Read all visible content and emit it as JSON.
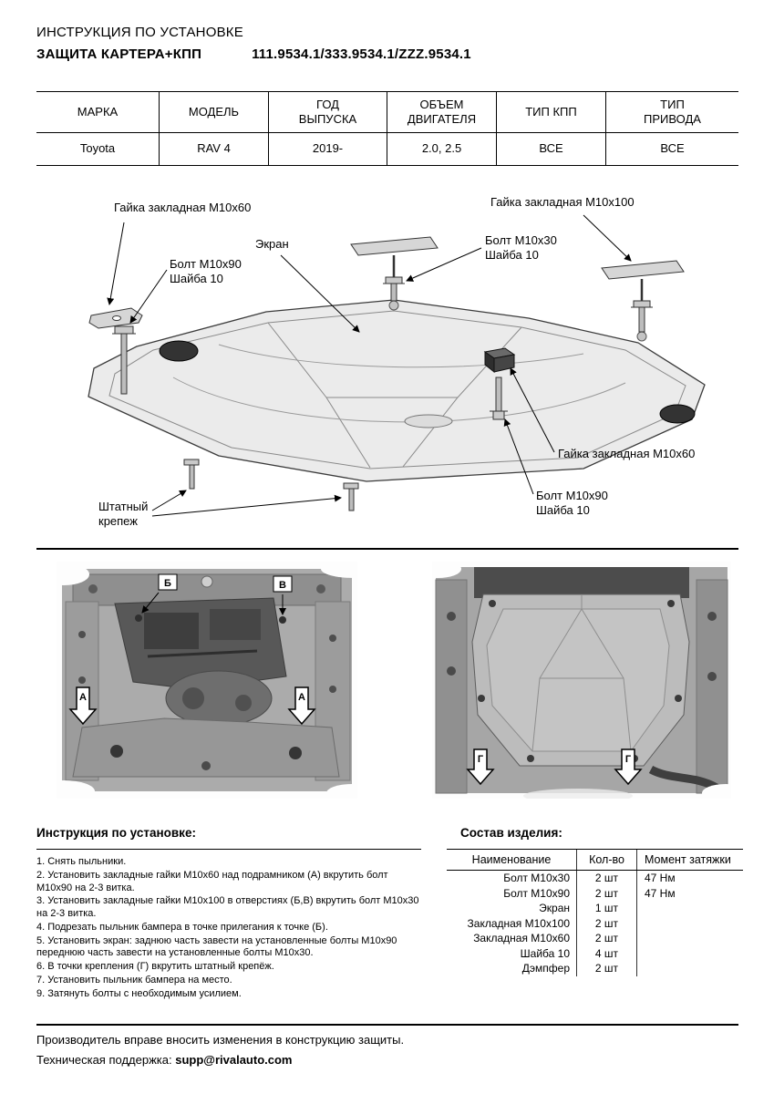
{
  "header": {
    "line1": "ИНСТРУКЦИЯ ПО УСТАНОВКЕ",
    "product": "ЗАЩИТА КАРТЕРА+КПП",
    "part_numbers": "111.9534.1/333.9534.1/ZZZ.9534.1"
  },
  "spec_table": {
    "headers": [
      "МАРКА",
      "МОДЕЛЬ",
      "ГОД\nВЫПУСКА",
      "ОБЪЕМ\nДВИГАТЕЛЯ",
      "ТИП КПП",
      "ТИП\nПРИВОДА"
    ],
    "row": [
      "Toyota",
      "RAV 4",
      "2019-",
      "2.0, 2.5",
      "ВСЕ",
      "ВСЕ"
    ]
  },
  "diagram": {
    "labels": {
      "nut_m10x60_top": "Гайка закладная М10х60",
      "screen": "Экран",
      "nut_m10x100": "Гайка закладная М10х100",
      "bolt_m10x30": "Болт М10х30\nШайба 10",
      "bolt_m10x90_left": "Болт М10х90\nШайба 10",
      "nut_m10x60_right": "Гайка закладная М10х60",
      "bolt_m10x90_right": "Болт М10х90\nШайба 10",
      "stock_fastener": "Штатный\nкрепеж"
    }
  },
  "photos": {
    "left_markers": [
      "Б",
      "В",
      "А",
      "А"
    ],
    "right_markers": [
      "Г",
      "Г"
    ]
  },
  "instructions": {
    "title": "Инструкция по установке:",
    "steps": [
      "1. Снять пыльники.",
      "2. Установить закладные гайки М10х60 над подрамником (А) вкрутить болт М10х90 на 2-3 витка.",
      "3. Установить закладные гайки М10х100 в отверстиях (Б,В) вкрутить болт М10х30 на 2-3 витка.",
      "4. Подрезать пыльник бампера в точке прилегания к точке (Б).",
      "5. Установить экран: заднюю часть завести на установленные болты  М10х90 переднюю часть завести на установленные болты М10х30.",
      "6. В точки крепления (Г) вкрутить штатный крепёж.",
      "7. Установить пыльник бампера на место.",
      "9. Затянуть болты с необходимым усилием."
    ]
  },
  "parts": {
    "title": "Состав изделия:",
    "headers": [
      "Наименование",
      "Кол-во",
      "Момент затяжки"
    ],
    "rows": [
      [
        "Болт М10х30",
        "2 шт",
        "47 Нм"
      ],
      [
        "Болт М10х90",
        "2 шт",
        "47 Нм"
      ],
      [
        "Экран",
        "1 шт",
        ""
      ],
      [
        "Закладная М10х100",
        "2 шт",
        ""
      ],
      [
        "Закладная М10х60",
        "2 шт",
        ""
      ],
      [
        "Шайба 10",
        "4 шт",
        ""
      ],
      [
        "Дэмпфер",
        "2 шт",
        ""
      ]
    ]
  },
  "footer": {
    "note": "Производитель вправе вносить изменения в конструкцию защиты.",
    "support_label": "Техническая поддержка:",
    "support_email": "supp@rivalauto.com"
  }
}
